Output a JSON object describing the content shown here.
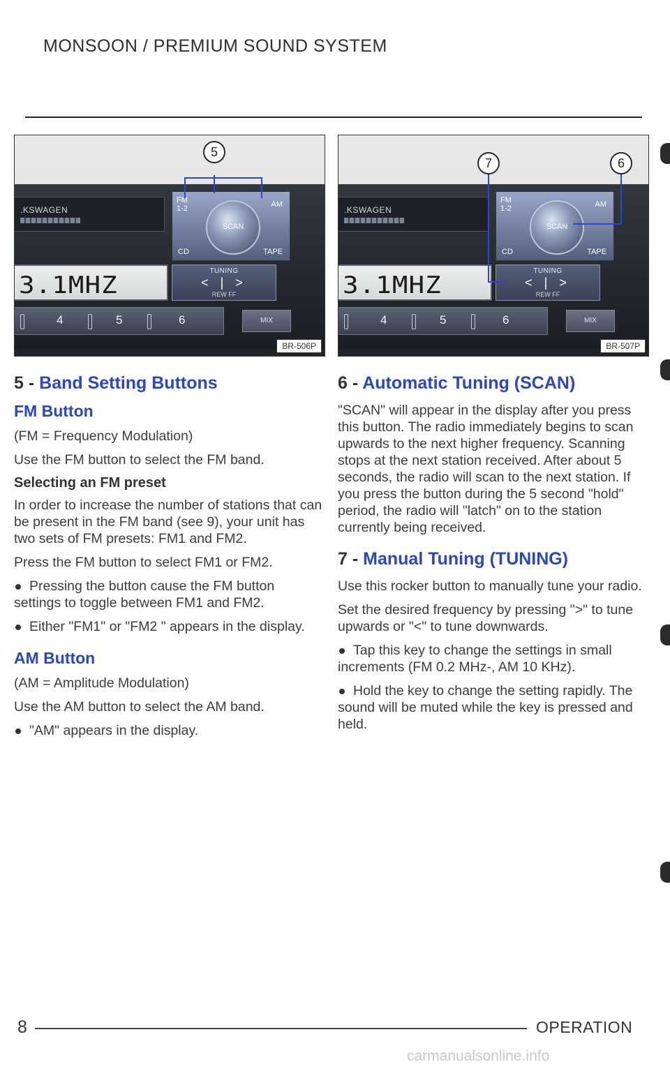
{
  "header": {
    "title": "MONSOON / PREMIUM SOUND SYSTEM"
  },
  "figures": [
    {
      "code": "BR-506P",
      "callouts": [
        "5"
      ],
      "radio": {
        "brand": ".KSWAGEN",
        "display": "3.1MHZ",
        "fm_label": "FM",
        "fm_sub": "1-2",
        "am_label": "AM",
        "cd_label": "CD",
        "tape_label": "TAPE",
        "scan_label": "SCAN",
        "tuning_label": "TUNING",
        "tuning_arrows": "< | >",
        "tuning_sub": "REW FF",
        "presets": [
          "4",
          "5",
          "6"
        ],
        "mix_label": "MIX"
      }
    },
    {
      "code": "BR-507P",
      "callouts": [
        "7",
        "6"
      ],
      "radio": {
        "brand": ".KSWAGEN",
        "display": "3.1MHZ",
        "fm_label": "FM",
        "fm_sub": "1-2",
        "am_label": "AM",
        "cd_label": "CD",
        "tape_label": "TAPE",
        "scan_label": "SCAN",
        "tuning_label": "TUNING",
        "tuning_arrows": "< | >",
        "tuning_sub": "REW FF",
        "presets": [
          "4",
          "5",
          "6"
        ],
        "mix_label": "MIX"
      }
    }
  ],
  "left": {
    "s5_num": "5 -",
    "s5_title": "Band Setting Buttons",
    "fm_head": "FM Button",
    "fm_def": "(FM = Frequency Modulation)",
    "fm_use": "Use the FM button to select the FM band.",
    "preset_head": "Selecting an FM preset",
    "preset_p1": "In order to increase the number of stations that can be present in the FM band (see 9), your unit has two sets of FM presets: FM1 and FM2.",
    "preset_p2": "Press the FM button to select FM1 or FM2.",
    "preset_b1": "Pressing the button cause the FM button settings to toggle between FM1 and FM2.",
    "preset_b2": "Either \"FM1\" or \"FM2 \" appears in the display.",
    "am_head": "AM Button",
    "am_def": "(AM = Amplitude Modulation)",
    "am_use": "Use the AM button to select the AM band.",
    "am_b1": "\"AM\" appears in the display."
  },
  "right": {
    "s6_num": "6 -",
    "s6_title": "Automatic Tuning (SCAN)",
    "s6_p": "\"SCAN\" will appear in the display after you press this button. The radio immediately begins to scan upwards to the next higher frequency. Scanning stops at the next station received. After about 5 seconds, the radio will scan to the next station. If you press the button during the 5 second \"hold\" period, the radio will \"latch\" on to the station currently being received.",
    "s7_num": "7 -",
    "s7_title": "Manual Tuning (TUNING)",
    "s7_p1": "Use this rocker button to manually tune your radio.",
    "s7_p2": "Set the desired frequency by pressing \">\" to tune upwards or \"<\" to tune downwards.",
    "s7_b1": "Tap this key to change the settings in small increments (FM 0.2 MHz-, AM 10 KHz).",
    "s7_b2": "Hold the key to change the setting rapidly. The sound will be muted while the key is pressed and held."
  },
  "footer": {
    "page": "8",
    "section": "OPERATION",
    "watermark": "carmanualsonline.info"
  }
}
